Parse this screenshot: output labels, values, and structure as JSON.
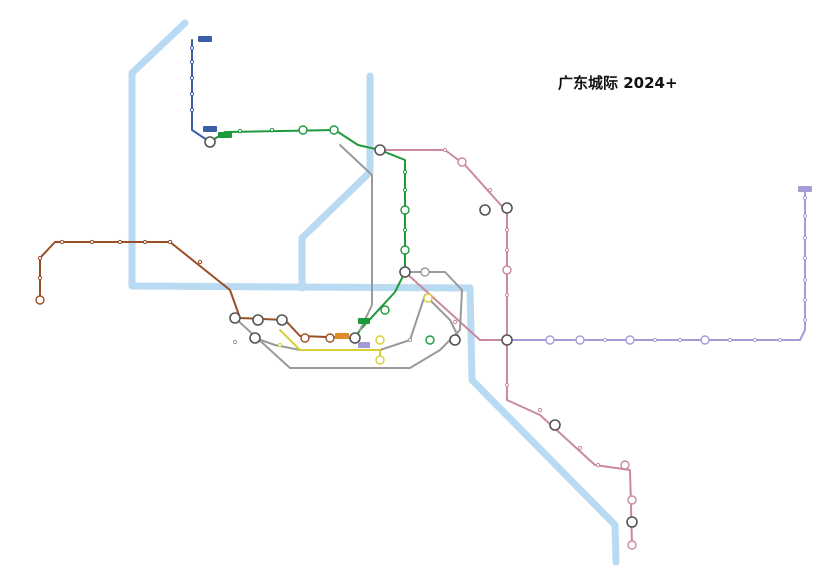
{
  "title": "广东城际 2024+",
  "colors": {
    "river": "#b8daf2",
    "blue_line": "#3a5fa8",
    "green_line": "#1e9a3c",
    "brown_line": "#9a4f26",
    "pink_line": "#c98a9e",
    "lavender_line": "#a59bd6",
    "grey_line": "#9a9a9a",
    "yellow_line": "#d8cf3a"
  },
  "legend_badges": [
    {
      "name": "blue-terminal-badge",
      "color": "#3a5fa8"
    },
    {
      "name": "green-terminal-badge",
      "color": "#1e9a3c"
    },
    {
      "name": "lavender-terminal-badge",
      "color": "#a59bd6"
    },
    {
      "name": "orange-terminal-badge",
      "color": "#e08a2a"
    }
  ]
}
